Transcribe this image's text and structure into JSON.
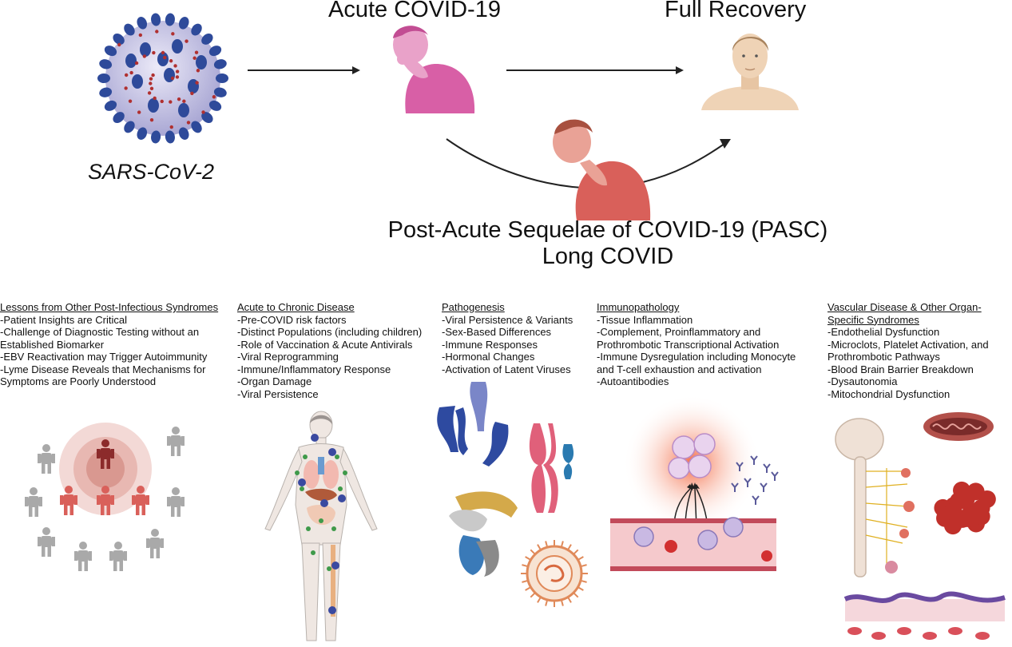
{
  "flow": {
    "virus_label": "SARS-CoV-2",
    "acute_title": "Acute COVID-19",
    "recovery_title": "Full Recovery",
    "pasc_line1": "Post-Acute Sequelae of COVID-19 (PASC)",
    "pasc_line2": "Long COVID"
  },
  "columns": [
    {
      "heading": "Lessons from Other Post-Infectious Syndromes",
      "items": [
        "-Patient Insights are Critical",
        "-Challenge of Diagnostic Testing without an Established Biomarker",
        "-EBV Reactivation may Trigger Autoimmunity",
        "-Lyme Disease Reveals that Mechanisms for Symptoms are Poorly Understood"
      ]
    },
    {
      "heading": "Acute to Chronic Disease",
      "items": [
        "-Pre-COVID risk factors",
        "-Distinct Populations (including children)",
        "-Role of Vaccination & Acute Antivirals",
        "-Viral Reprogramming",
        "-Immune/Inflammatory Response",
        "-Organ Damage",
        "-Viral Persistence"
      ]
    },
    {
      "heading": "Pathogenesis",
      "items": [
        "-Viral Persistence & Variants",
        "-Sex-Based Differences",
        "-Immune Responses",
        "-Hormonal Changes",
        "-Activation of Latent Viruses"
      ]
    },
    {
      "heading": "Immunopathology",
      "items": [
        "-Tissue Inflammation",
        "-Complement, Proinflammatory and Prothrombotic Transcriptional Activation",
        "-Immune Dysregulation including Monocyte and T-cell exhaustion and activation",
        "-Autoantibodies"
      ]
    },
    {
      "heading": "Vascular Disease & Other Organ-Specific Syndromes",
      "items": [
        "-Endothelial Dysfunction",
        "-Microclots, Platelet Activation, and Prothrombotic Pathways",
        "-Blood Brain Barrier Breakdown",
        "-Dysautonomia",
        "-Mitochondrial Dysfunction"
      ]
    }
  ],
  "colors": {
    "virus_body": "#c9c8e6",
    "spike": "#2e4a9a",
    "acute_person": "#d85fa6",
    "pasc_person": "#d9605a",
    "recovery_skin": "#efd3b6",
    "highlight_red": "#8c2b2b",
    "gray_person": "#a9a9a9"
  }
}
